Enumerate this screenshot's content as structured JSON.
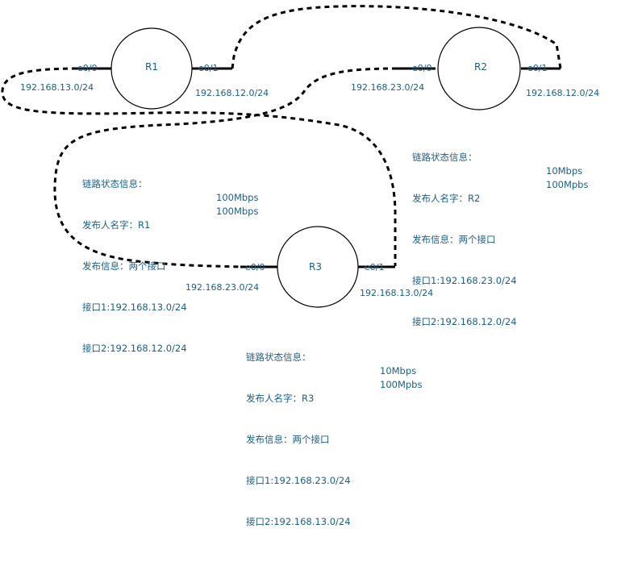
{
  "routers": [
    {
      "name": "R1",
      "if_left": "e0/0",
      "if_right": "e0/1",
      "net_left": "192.168.13.0/24",
      "net_right": "192.168.12.0/24"
    },
    {
      "name": "R2",
      "if_left": "e0/0",
      "if_right": "e0/1",
      "net_left": "192.168.23.0/24",
      "net_right": "192.168.12.0/24"
    },
    {
      "name": "R3",
      "if_left": "e0/0",
      "if_right": "e0/1",
      "net_left": "192.168.23.0/24",
      "net_right": "192.168.13.0/24"
    }
  ],
  "lsa": [
    {
      "title": "链路状态信息：",
      "publisher": "发布人名字：R1",
      "info": "发布信息：两个接口",
      "if1": "接口1:192.168.13.0/24",
      "if1_rate": "100Mbps",
      "if2": "接口2:192.168.12.0/24",
      "if2_rate": "100Mbps"
    },
    {
      "title": "链路状态信息：",
      "publisher": "发布人名字：R2",
      "info": "发布信息：两个接口",
      "if1": "接口1:192.168.23.0/24",
      "if1_rate": "10Mbps",
      "if2": "接口2:192.168.12.0/24",
      "if2_rate": "100Mpbs"
    },
    {
      "title": "链路状态信息：",
      "publisher": "发布人名字：R3",
      "info": "发布信息：两个接口",
      "if1": "接口1:192.168.23.0/24",
      "if1_rate": "10Mbps",
      "if2": "接口2:192.168.13.0/24",
      "if2_rate": "100Mpbs"
    }
  ],
  "colors": {
    "text": "#1a5f8a",
    "line": "#000000"
  }
}
